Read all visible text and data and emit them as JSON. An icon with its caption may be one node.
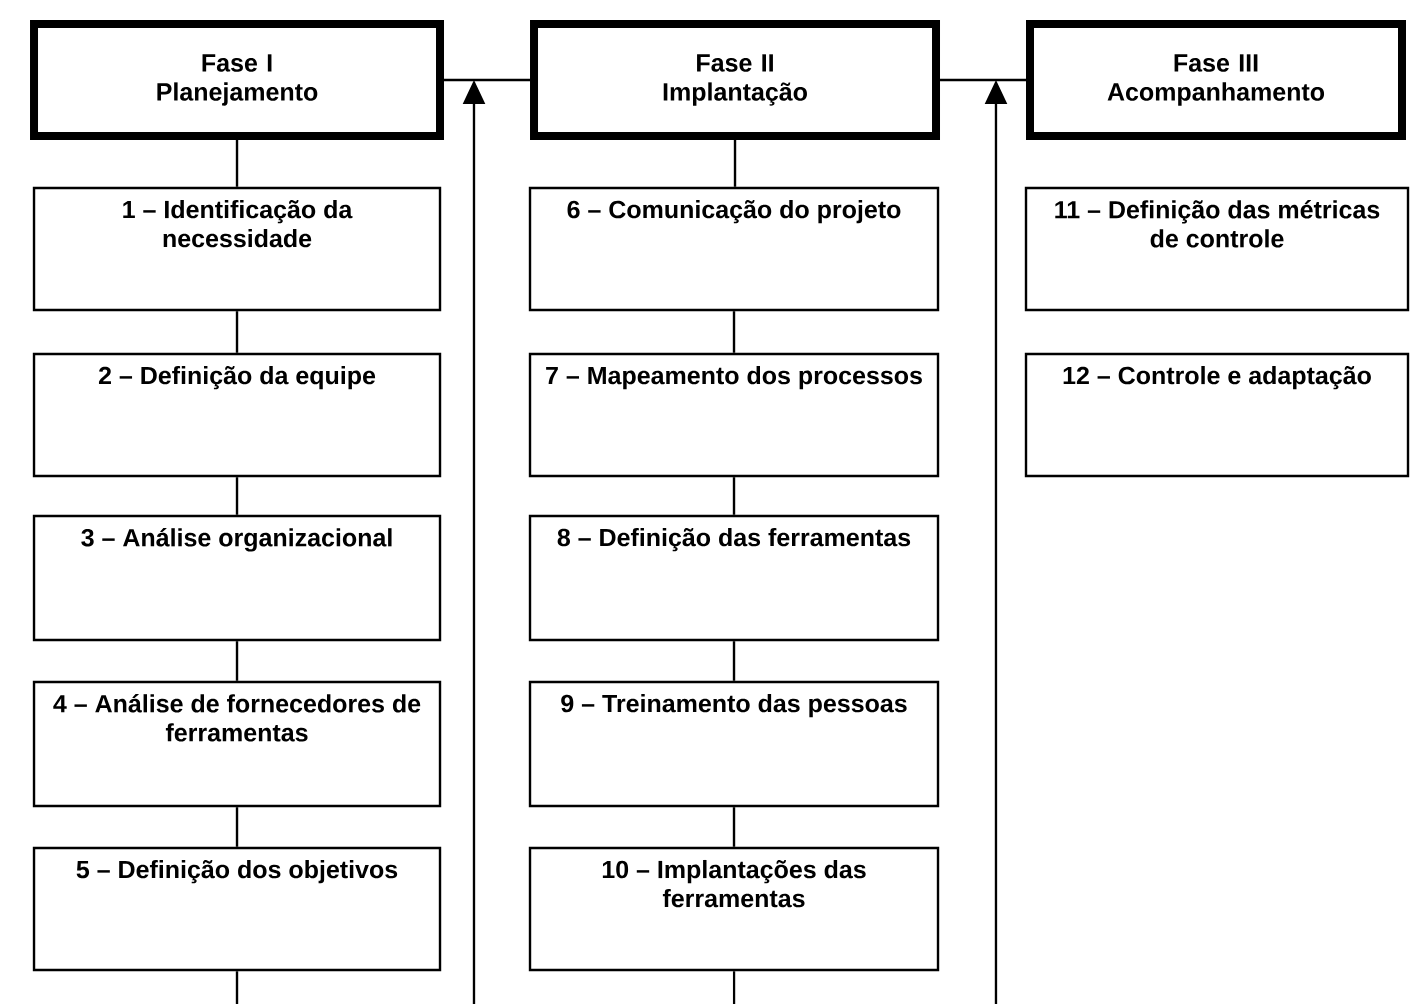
{
  "diagram": {
    "nodes": [
      {
        "text": [
          "Fase I",
          "Planejamento"
        ]
      },
      {
        "text": [
          "1 – Identificação da necessidade"
        ]
      },
      {
        "text": [
          "2 – Definição da equipe"
        ]
      },
      {
        "text": [
          "3 – Análise organizacional"
        ]
      },
      {
        "text": [
          "4 – Análise de fornecedores de ferramentas"
        ]
      },
      {
        "text": [
          "5 – Definição dos objetivos"
        ]
      },
      {
        "text": [
          "Fase II",
          "Implantação"
        ]
      },
      {
        "text": [
          "6 – Comunicação do projeto"
        ]
      },
      {
        "text": [
          "7 – Mapeamento dos processos"
        ]
      },
      {
        "text": [
          "8 – Definição das ferramentas"
        ]
      },
      {
        "text": [
          "9 – Treinamento das pessoas"
        ]
      },
      {
        "text": [
          "10 – Implantações das ferramentas"
        ]
      },
      {
        "text": [
          "Fase III",
          "Acompanhamento"
        ]
      },
      {
        "text": [
          "11 – Definição das métricas de controle"
        ]
      },
      {
        "text": [
          "12 – Controle e adaptação"
        ]
      }
    ],
    "edges": [
      {
        "from": 0,
        "to": 1,
        "arrow": "none"
      },
      {
        "from": 1,
        "to": 2,
        "arrow": "none"
      },
      {
        "from": 2,
        "to": 3,
        "arrow": "none"
      },
      {
        "from": 3,
        "to": 4,
        "arrow": "none"
      },
      {
        "from": 4,
        "to": 5,
        "arrow": "none"
      },
      {
        "from": 5,
        "to": null,
        "arrow": "none"
      },
      {
        "from": 6,
        "to": 7,
        "arrow": "none"
      },
      {
        "from": 7,
        "to": 8,
        "arrow": "none"
      },
      {
        "from": 8,
        "to": 9,
        "arrow": "none"
      },
      {
        "from": 9,
        "to": 10,
        "arrow": "none"
      },
      {
        "from": 10,
        "to": 11,
        "arrow": "none"
      },
      {
        "from": 11,
        "to": null,
        "arrow": "none"
      },
      {
        "from": 0,
        "to": 6,
        "arrow": "none"
      },
      {
        "from": 6,
        "to": 12,
        "arrow": "none"
      },
      {
        "from": null,
        "to": 6,
        "arrow": "to"
      },
      {
        "from": null,
        "to": 12,
        "arrow": "to"
      }
    ]
  }
}
